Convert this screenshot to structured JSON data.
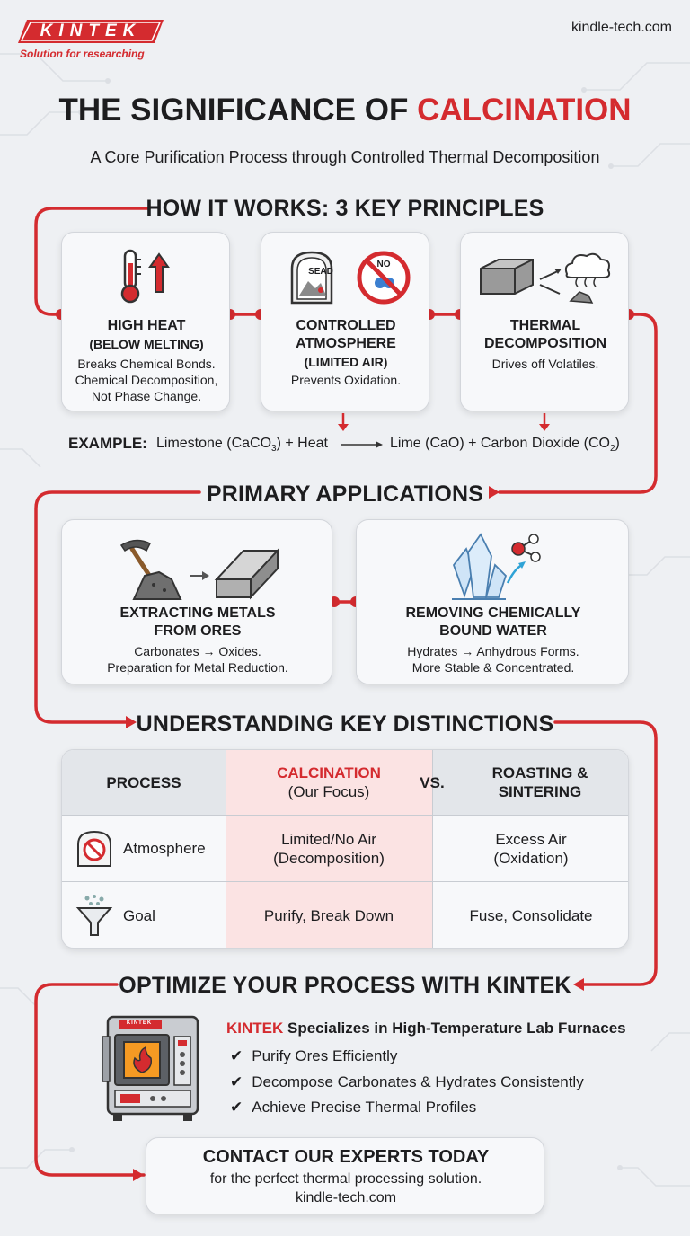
{
  "header": {
    "logo_text": "KINTEK",
    "tagline": "Solution for researching",
    "site": "kindle-tech.com"
  },
  "title": {
    "part1": "THE SIGNIFICANCE OF ",
    "part2": "CALCINATION",
    "subtitle": "A Core Purification Process through Controlled Thermal Decomposition"
  },
  "principles": {
    "heading": "HOW IT WORKS: 3 KEY PRINCIPLES",
    "cards": [
      {
        "title": "HIGH HEAT",
        "subtitle": "(BELOW MELTING)",
        "text1": "Breaks Chemical Bonds.",
        "text2": "Chemical Decomposition,",
        "text3": "Not Phase Change."
      },
      {
        "title": "CONTROLLED",
        "title2": "ATMOSPHERE",
        "subtitle": "(LIMITED AIR)",
        "text1": "Prevents Oxidation.",
        "icon_label1": "SEAD",
        "icon_label2": "NO"
      },
      {
        "title": "THERMAL",
        "title2": "DECOMPOSITION",
        "text1": "Drives off Volatiles."
      }
    ],
    "example": {
      "label": "EXAMPLE:",
      "left_pre": "Limestone (CaCO",
      "left_sub": "3",
      "left_post": ") + Heat",
      "right_pre": "Lime (CaO) + Carbon Dioxide (CO",
      "right_sub": "2",
      "right_post": ")"
    }
  },
  "applications": {
    "heading": "PRIMARY APPLICATIONS",
    "cards": [
      {
        "title1": "EXTRACTING METALS",
        "title2": "FROM ORES",
        "text1": "Carbonates → Oxides.",
        "text2": "Preparation for Metal Reduction."
      },
      {
        "title1": "REMOVING CHEMICALLY",
        "title2": "BOUND WATER",
        "text1": "Hydrates → Anhydrous Forms.",
        "text2": "More Stable & Concentrated."
      }
    ]
  },
  "distinctions": {
    "heading": "UNDERSTANDING KEY DISTINCTIONS",
    "headers": {
      "process": "PROCESS",
      "calc1": "CALCINATION",
      "calc2": "(Our Focus)",
      "vs": "VS.",
      "roast1": "ROASTING &",
      "roast2": "SINTERING"
    },
    "rows": [
      {
        "label": "Atmosphere",
        "calc1": "Limited/No Air",
        "calc2": "(Decomposition)",
        "roast1": "Excess Air",
        "roast2": "(Oxidation)"
      },
      {
        "label": "Goal",
        "calc1": "Purify, Break Down",
        "roast1": "Fuse, Consolidate"
      }
    ]
  },
  "optimize": {
    "heading": "OPTIMIZE YOUR PROCESS WITH KINTEK",
    "brand": "KINTEK",
    "lead": " Specializes in High-Temperature Lab Furnaces",
    "furnace_label": "KINTEK",
    "checks": [
      "Purify Ores Efficiently",
      "Decompose Carbonates & Hydrates Consistently",
      "Achieve Precise Thermal Profiles"
    ],
    "check_mark": "✔"
  },
  "contact": {
    "title": "CONTACT OUR EXPERTS TODAY",
    "line": "for the perfect thermal processing solution.",
    "site": "kindle-tech.com"
  },
  "colors": {
    "accent": "#d42b2f",
    "text": "#1d1d1f",
    "background": "#eef0f3",
    "highlight": "#fbe3e3"
  }
}
